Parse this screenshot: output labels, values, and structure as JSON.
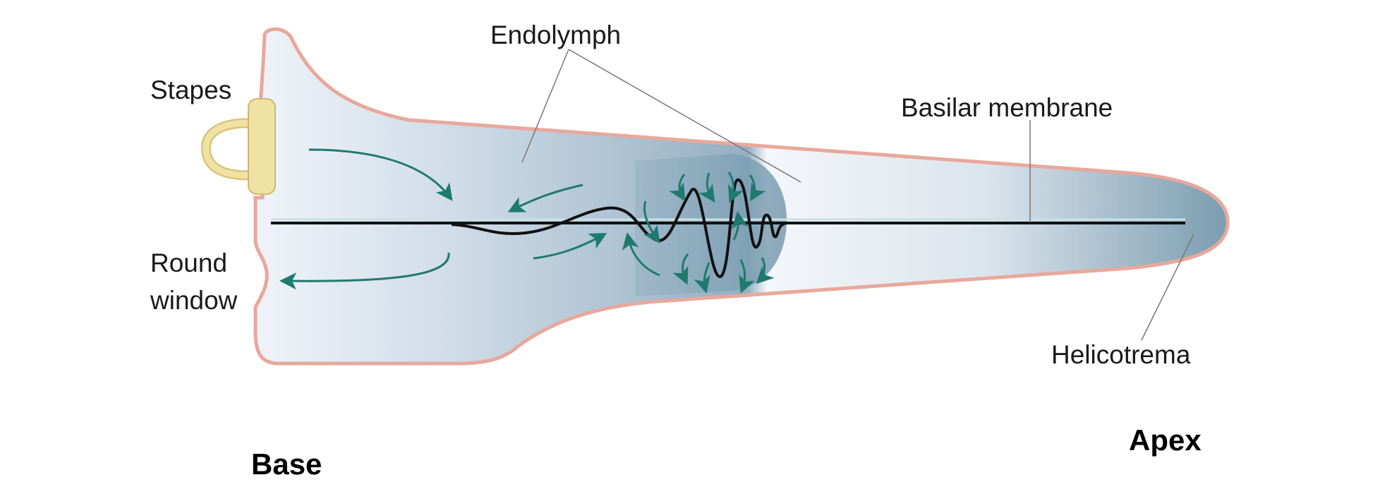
{
  "labels": {
    "endolymph": "Endolymph",
    "stapes": "Stapes",
    "basilar_membrane": "Basilar membrane",
    "round_window_line1": "Round",
    "round_window_line2": "window",
    "helicotrema": "Helicotrema",
    "base": "Base",
    "apex": "Apex"
  },
  "colors": {
    "outline": "#e8a89b",
    "fluid_light": "#eef2f8",
    "fluid_dark": "#6e93a8",
    "arrow": "#1e7a6e",
    "stapes_fill": "#efe2a3",
    "membrane": "#111111"
  }
}
